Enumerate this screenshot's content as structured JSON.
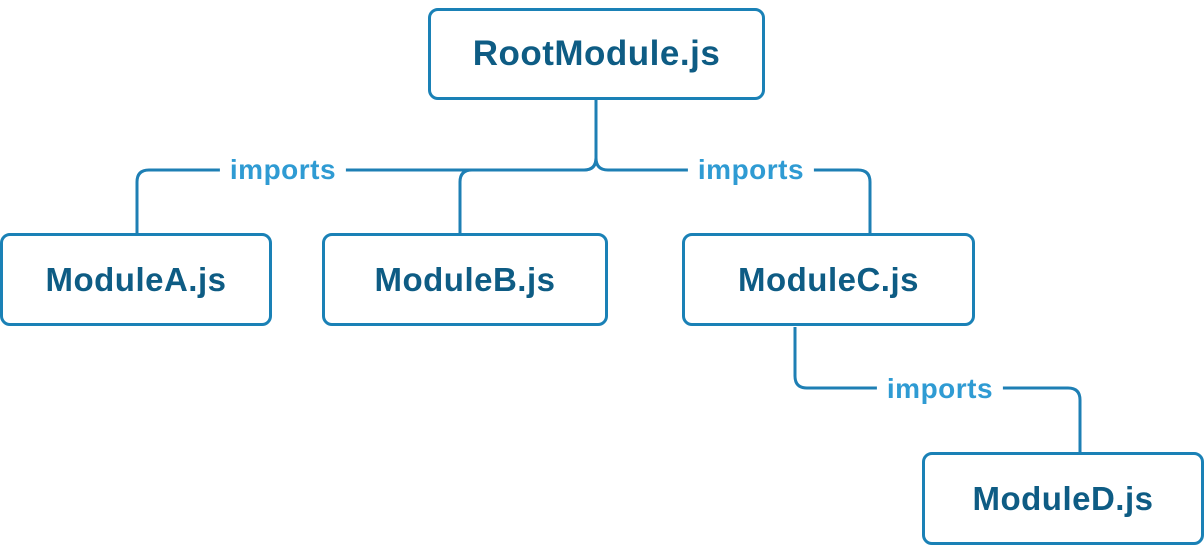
{
  "diagram": {
    "type": "module-dependency-tree",
    "nodes": [
      {
        "id": "root",
        "label": "RootModule.js"
      },
      {
        "id": "moduleA",
        "label": "ModuleA.js"
      },
      {
        "id": "moduleB",
        "label": "ModuleB.js"
      },
      {
        "id": "moduleC",
        "label": "ModuleC.js"
      },
      {
        "id": "moduleD",
        "label": "ModuleD.js"
      }
    ],
    "edges": [
      {
        "from": "root",
        "to": "moduleA",
        "label": "imports"
      },
      {
        "from": "root",
        "to": "moduleB",
        "label": ""
      },
      {
        "from": "root",
        "to": "moduleC",
        "label": "imports"
      },
      {
        "from": "moduleC",
        "to": "moduleD",
        "label": "imports"
      }
    ],
    "colors": {
      "node_border": "#1a81b6",
      "node_text": "#0e5c84",
      "edge_line": "#1e7fb4",
      "edge_label_text": "#2f9bd3",
      "background": "#ffffff"
    }
  }
}
